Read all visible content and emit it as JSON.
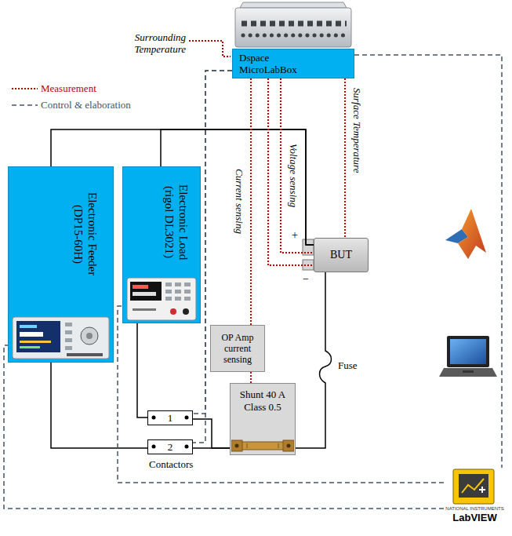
{
  "diagram": {
    "nodes": [
      {
        "text": [
          "Dspace MicroLabBox"
        ]
      },
      {
        "text": [
          "Electronic Feeder (DP15-60H)"
        ]
      },
      {
        "text": [
          "Electronic Load (rigol DL3021)"
        ]
      },
      {
        "text": [
          "BUT"
        ]
      },
      {
        "text": [
          "OP Amp current sensing"
        ]
      },
      {
        "text": [
          "Shunt 40 A Class 0.5"
        ]
      },
      {
        "text": [
          "1"
        ]
      },
      {
        "text": [
          "2"
        ]
      },
      {
        "text": [
          "NATIONAL INSTRUMENTS",
          "LabVIEW"
        ]
      }
    ],
    "edges": [
      {
        "from": 1,
        "to": 3,
        "arrow": "none"
      },
      {
        "from": 2,
        "to": 3,
        "arrow": "none"
      },
      {
        "from": 1,
        "to": 7,
        "arrow": "none"
      },
      {
        "from": 2,
        "to": 6,
        "arrow": "none"
      },
      {
        "from": 6,
        "to": 5,
        "arrow": "none"
      },
      {
        "from": 7,
        "to": 5,
        "arrow": "none"
      },
      {
        "from": 5,
        "to": 3,
        "arrow": "none"
      },
      {
        "from": 0,
        "to": 4,
        "label": "Current sensing",
        "arrow": "none"
      },
      {
        "from": 4,
        "to": 5,
        "arrow": "none"
      },
      {
        "from": 0,
        "to": 3,
        "label": "Voltage sensing",
        "arrow": "none"
      },
      {
        "from": 0,
        "to": 3,
        "arrow": "none"
      },
      {
        "from": 0,
        "to": 3,
        "label": "Surface Temperature",
        "arrow": "none"
      },
      {
        "from": 0,
        "to": 8,
        "arrow": "none"
      },
      {
        "from": 8,
        "to": 1,
        "arrow": "none"
      },
      {
        "from": 8,
        "to": 2,
        "arrow": "none"
      },
      {
        "from": 0,
        "to": 6,
        "arrow": "none"
      },
      {
        "from": 0,
        "to": 7,
        "arrow": "none"
      }
    ],
    "labels": [
      "Surrounding Temperature",
      "+",
      "−",
      "Fuse",
      "Contactors"
    ],
    "legend": [
      {
        "text": "Measurement"
      },
      {
        "text": "Control & elaboration"
      }
    ]
  }
}
